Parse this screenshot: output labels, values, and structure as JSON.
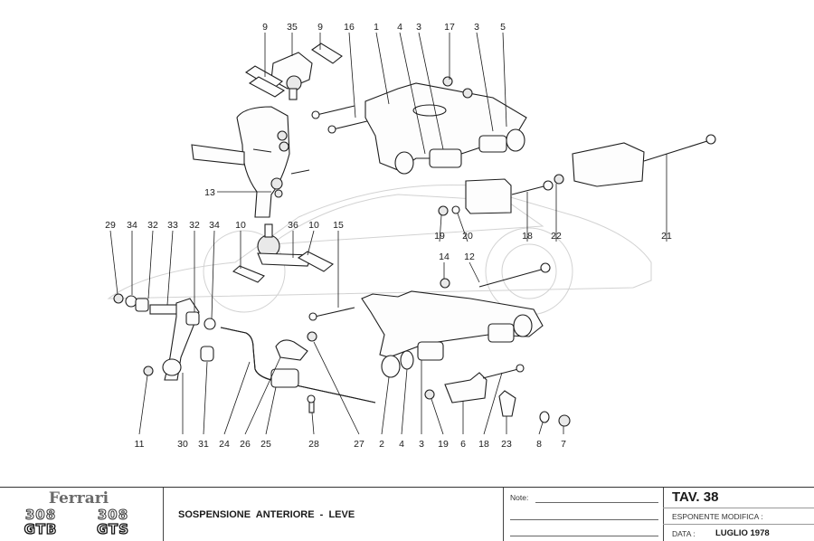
{
  "diagram": {
    "callouts": {
      "top": [
        "9",
        "35",
        "9",
        "16",
        "1",
        "4",
        "3",
        "17",
        "3",
        "5"
      ],
      "label_13": "13",
      "mid_left": [
        "29",
        "34",
        "32",
        "33",
        "32",
        "34",
        "10",
        "36",
        "10",
        "15"
      ],
      "mid_right": [
        "19",
        "20",
        "18",
        "22",
        "21",
        "14",
        "12"
      ],
      "bottom": [
        "11",
        "30",
        "31",
        "24",
        "26",
        "25",
        "28",
        "27",
        "2",
        "4",
        "3",
        "19",
        "6",
        "18",
        "23",
        "8",
        "7"
      ]
    }
  },
  "title_block": {
    "brand": "Ferrari",
    "models": [
      {
        "number": "308",
        "variant": "GTB"
      },
      {
        "number": "308",
        "variant": "GTS"
      }
    ],
    "title": "SOSPENSIONE  ANTERIORE  -  LEVE",
    "notes_label": "Note:",
    "table_number": "TAV. 38",
    "revision_label": "ESPONENTE  MODIFICA :",
    "date_label": "DATA :",
    "date_value": "LUGLIO 1978"
  }
}
